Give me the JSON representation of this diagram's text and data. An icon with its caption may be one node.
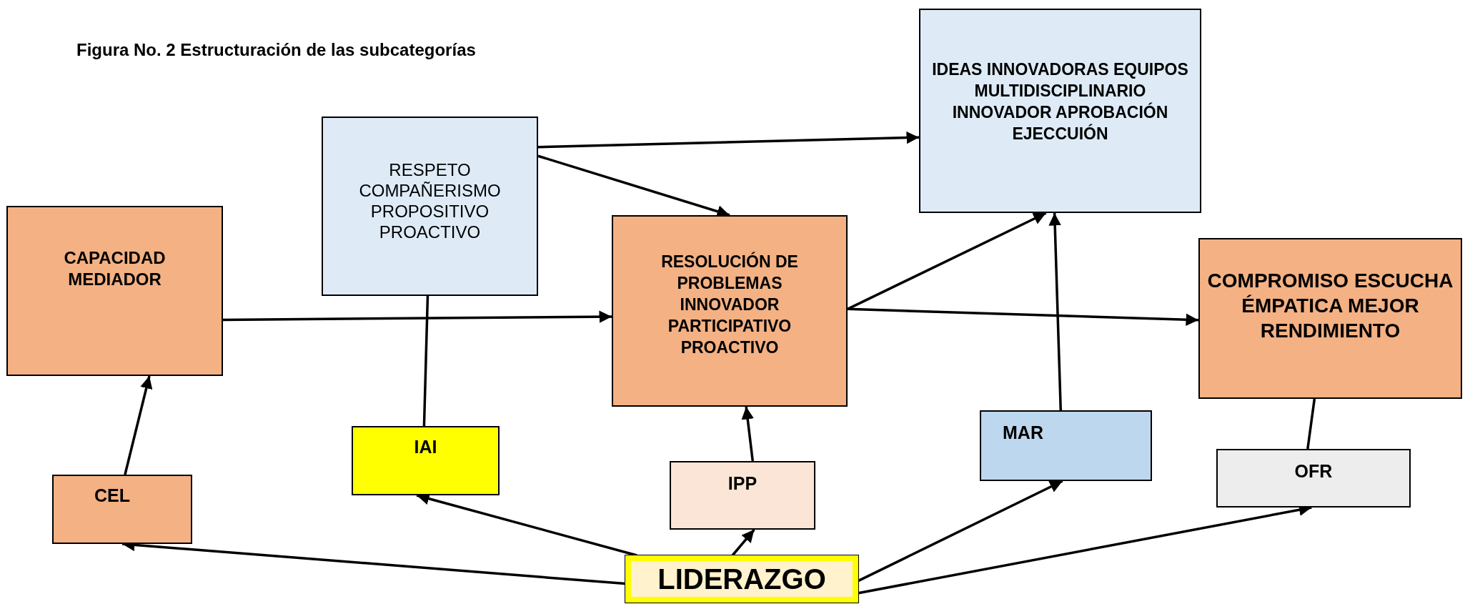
{
  "diagram": {
    "title": "Figura No. 2 Estructuración de las subcategorías",
    "nodes": [
      {
        "text": [
          "IDEAS INNOVADORAS EQUIPOS MULTIDISCIPLINARIO INNOVADOR APROBACIÓN EJECCUIÓN"
        ]
      },
      {
        "text": [
          "RESPETO COMPAÑERISMO PROPOSITIVO PROACTIVO"
        ]
      },
      {
        "text": [
          "CAPACIDAD MEDIADOR"
        ]
      },
      {
        "text": [
          "RESOLUCIÓN DE PROBLEMAS INNOVADOR PARTICIPATIVO PROACTIVO"
        ]
      },
      {
        "text": [
          "COMPROMISO ESCUCHA ÉMPATICA MEJOR RENDIMIENTO"
        ]
      },
      {
        "text": [
          "MAR"
        ]
      },
      {
        "text": [
          "IAI"
        ]
      },
      {
        "text": [
          "IPP"
        ]
      },
      {
        "text": [
          "OFR"
        ]
      },
      {
        "text": [
          "CEL"
        ]
      },
      {
        "text": [
          "LIDERAZGO"
        ]
      }
    ],
    "edges": [
      {
        "from": 1,
        "to": 0,
        "arrow": "to"
      },
      {
        "from": 1,
        "to": 3,
        "arrow": "to"
      },
      {
        "from": 2,
        "to": 3,
        "arrow": "to"
      },
      {
        "from": 3,
        "to": 0,
        "arrow": "to"
      },
      {
        "from": 3,
        "to": 4,
        "arrow": "to"
      },
      {
        "from": 5,
        "to": 0,
        "arrow": "to"
      },
      {
        "from": 6,
        "to": 1,
        "arrow": "none"
      },
      {
        "from": 7,
        "to": 3,
        "arrow": "to"
      },
      {
        "from": 9,
        "to": 2,
        "arrow": "to"
      },
      {
        "from": 8,
        "to": 4,
        "arrow": "none"
      },
      {
        "from": 10,
        "to": 9,
        "arrow": "to"
      },
      {
        "from": 10,
        "to": 6,
        "arrow": "to"
      },
      {
        "from": 10,
        "to": 7,
        "arrow": "to"
      },
      {
        "from": 10,
        "to": 5,
        "arrow": "to"
      },
      {
        "from": 10,
        "to": 8,
        "arrow": "to"
      }
    ]
  }
}
